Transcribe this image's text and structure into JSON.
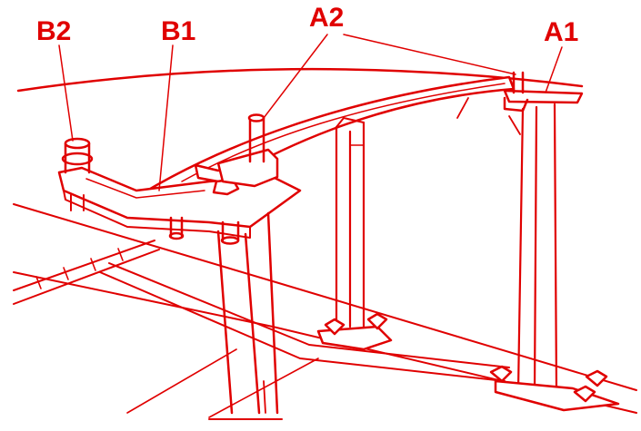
{
  "diagram": {
    "line_color": "#e00000",
    "background": "#ffffff",
    "labels": {
      "b2": "B2",
      "b1": "B1",
      "a2": "A2",
      "a1": "A1"
    }
  }
}
